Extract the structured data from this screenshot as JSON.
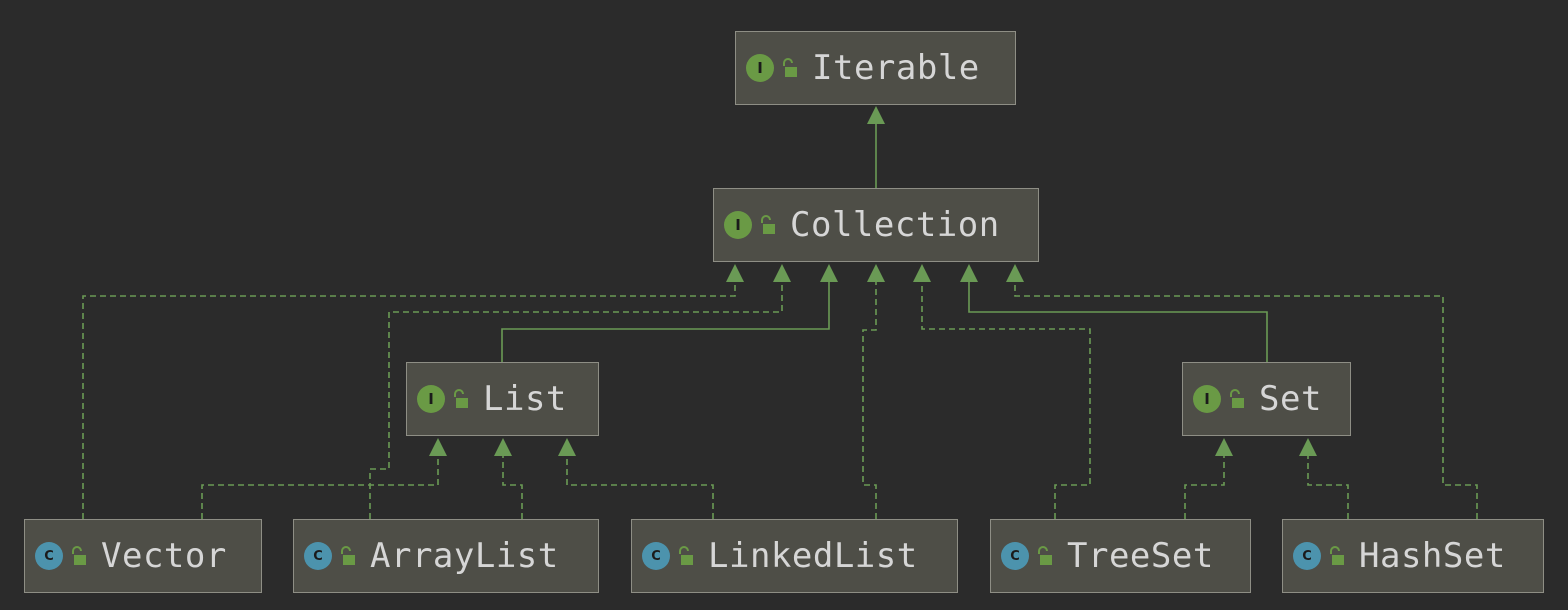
{
  "diagram": {
    "colors": {
      "background": "#2b2b2b",
      "edge": "#6a9a55",
      "node_fill": "#4e4e47",
      "node_border": "#8e8e85",
      "interface_badge": "#6a9a45",
      "class_badge": "#4c93ad",
      "text": "#d6d6d6"
    },
    "nodes": {
      "iterable": {
        "label": "Iterable",
        "kind": "interface",
        "badge": "I"
      },
      "collection": {
        "label": "Collection",
        "kind": "interface",
        "badge": "I"
      },
      "list": {
        "label": "List",
        "kind": "interface",
        "badge": "I"
      },
      "set": {
        "label": "Set",
        "kind": "interface",
        "badge": "I"
      },
      "vector": {
        "label": "Vector",
        "kind": "class",
        "badge": "C"
      },
      "arraylist": {
        "label": "ArrayList",
        "kind": "class",
        "badge": "C"
      },
      "linkedlist": {
        "label": "LinkedList",
        "kind": "class",
        "badge": "C"
      },
      "treeset": {
        "label": "TreeSet",
        "kind": "class",
        "badge": "C"
      },
      "hashset": {
        "label": "HashSet",
        "kind": "class",
        "badge": "C"
      }
    },
    "edges": [
      {
        "from": "collection",
        "to": "iterable",
        "type": "extends"
      },
      {
        "from": "list",
        "to": "collection",
        "type": "extends"
      },
      {
        "from": "set",
        "to": "collection",
        "type": "extends"
      },
      {
        "from": "vector",
        "to": "collection",
        "type": "implements"
      },
      {
        "from": "arraylist",
        "to": "collection",
        "type": "implements"
      },
      {
        "from": "linkedlist",
        "to": "collection",
        "type": "implements"
      },
      {
        "from": "treeset",
        "to": "collection",
        "type": "implements"
      },
      {
        "from": "hashset",
        "to": "collection",
        "type": "implements"
      },
      {
        "from": "vector",
        "to": "list",
        "type": "implements"
      },
      {
        "from": "arraylist",
        "to": "list",
        "type": "implements"
      },
      {
        "from": "linkedlist",
        "to": "list",
        "type": "implements"
      },
      {
        "from": "treeset",
        "to": "set",
        "type": "implements"
      },
      {
        "from": "hashset",
        "to": "set",
        "type": "implements"
      }
    ]
  }
}
